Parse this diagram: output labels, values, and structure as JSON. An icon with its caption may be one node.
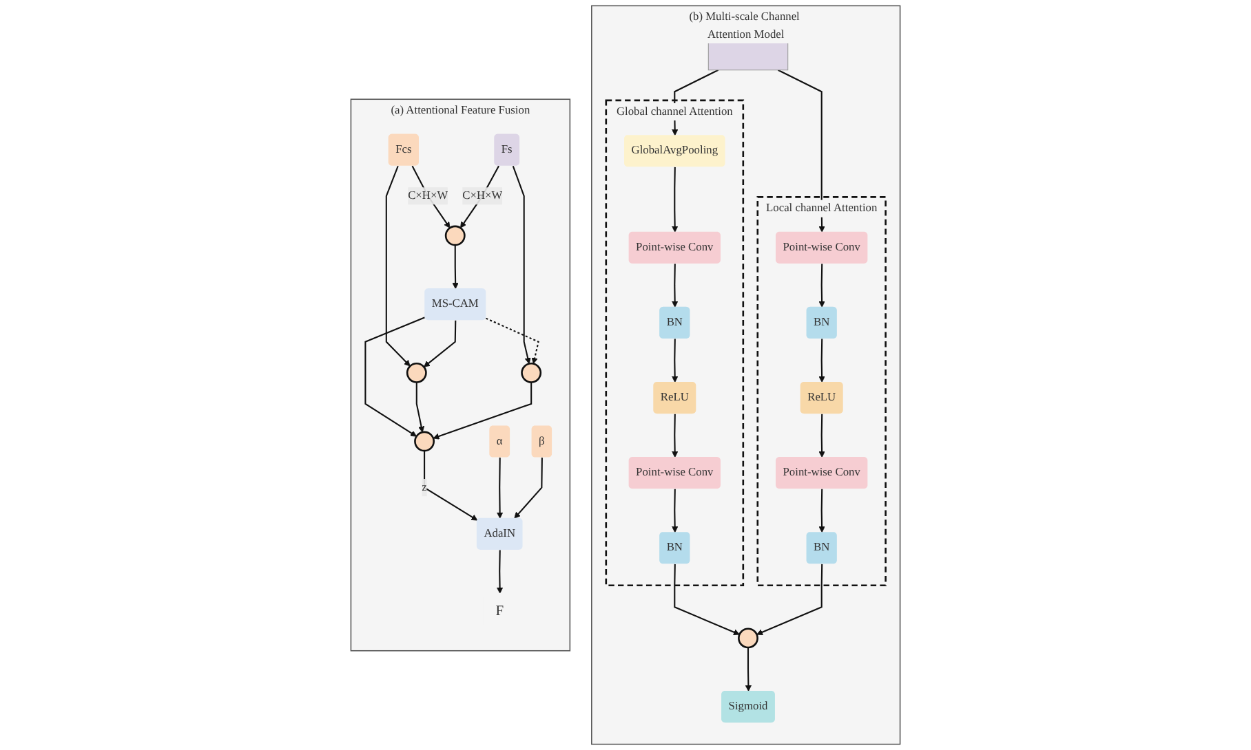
{
  "diagram": {
    "nodes": [
      {
        "text": [
          "(a) Attentional Feature Fusion"
        ]
      },
      {
        "text": [
          "Fcs"
        ],
        "in": 0
      },
      {
        "text": [
          "Fs"
        ],
        "in": 0
      },
      {
        "text": [],
        "shape": "circle",
        "in": 0
      },
      {
        "text": [],
        "shape": "circle",
        "in": 0
      },
      {
        "text": [
          "MS-CAM"
        ],
        "in": 0
      },
      {
        "text": [],
        "shape": "circle",
        "in": 0
      },
      {
        "text": [],
        "shape": "circle",
        "in": 0
      },
      {
        "text": [
          "α"
        ],
        "in": 0
      },
      {
        "text": [
          "AdaIN"
        ],
        "in": 0
      },
      {
        "text": [
          "β"
        ],
        "in": 0
      },
      {
        "text": [
          "F"
        ],
        "in": 0
      },
      {
        "text": [
          "(b) Multi-scale Channel Attention Model"
        ]
      },
      {
        "text": [],
        "shape": "bar",
        "in": 12
      },
      {
        "text": [
          "Global channel Attention"
        ],
        "in": 12
      },
      {
        "text": [
          "GlobalAvgPooling"
        ],
        "in": 14
      },
      {
        "text": [
          "Point-wise Conv"
        ],
        "in": 14
      },
      {
        "text": [
          "BN"
        ],
        "in": 14
      },
      {
        "text": [
          "ReLU"
        ],
        "in": 14
      },
      {
        "text": [
          "Point-wise Conv"
        ],
        "in": 14
      },
      {
        "text": [
          "BN"
        ],
        "in": 14
      },
      {
        "text": [
          "Local channel Attention"
        ],
        "in": 12
      },
      {
        "text": [
          "Point-wise Conv"
        ],
        "in": 21
      },
      {
        "text": [
          "BN"
        ],
        "in": 21
      },
      {
        "text": [
          "ReLU"
        ],
        "in": 21
      },
      {
        "text": [
          "Point-wise Conv"
        ],
        "in": 21
      },
      {
        "text": [
          "BN"
        ],
        "in": 21
      },
      {
        "text": [],
        "shape": "circle",
        "in": 12
      },
      {
        "text": [
          "Sigmoid"
        ],
        "in": 12
      }
    ],
    "edges": [
      {
        "from": 1,
        "to": 3,
        "arrow": "to",
        "label": "C×H×W"
      },
      {
        "from": 2,
        "to": 3,
        "arrow": "to",
        "label": "C×H×W"
      },
      {
        "from": 1,
        "to": 4,
        "arrow": "to"
      },
      {
        "from": 2,
        "to": 6,
        "arrow": "to"
      },
      {
        "from": 3,
        "to": 5,
        "arrow": "to"
      },
      {
        "from": 5,
        "to": 4,
        "arrow": "to"
      },
      {
        "from": 5,
        "to": 6,
        "arrow": "to",
        "style": "dashed"
      },
      {
        "from": 5,
        "to": 7,
        "arrow": "to"
      },
      {
        "from": 4,
        "to": 7,
        "arrow": "to"
      },
      {
        "from": 6,
        "to": 7,
        "arrow": "to"
      },
      {
        "from": 7,
        "to": 9,
        "arrow": "to",
        "label": "z"
      },
      {
        "from": 8,
        "to": 9,
        "arrow": "to"
      },
      {
        "from": 10,
        "to": 9,
        "arrow": "to"
      },
      {
        "from": 9,
        "to": 11,
        "arrow": "to"
      },
      {
        "from": 13,
        "to": 15,
        "arrow": "to"
      },
      {
        "from": 13,
        "to": 22,
        "arrow": "to"
      },
      {
        "from": 15,
        "to": 16,
        "arrow": "to"
      },
      {
        "from": 16,
        "to": 17,
        "arrow": "to"
      },
      {
        "from": 17,
        "to": 18,
        "arrow": "to"
      },
      {
        "from": 18,
        "to": 19,
        "arrow": "to"
      },
      {
        "from": 19,
        "to": 20,
        "arrow": "to"
      },
      {
        "from": 22,
        "to": 23,
        "arrow": "to"
      },
      {
        "from": 23,
        "to": 24,
        "arrow": "to"
      },
      {
        "from": 24,
        "to": 25,
        "arrow": "to"
      },
      {
        "from": 25,
        "to": 26,
        "arrow": "to"
      },
      {
        "from": 20,
        "to": 27,
        "arrow": "to"
      },
      {
        "from": 26,
        "to": 27,
        "arrow": "to"
      },
      {
        "from": 27,
        "to": 28,
        "arrow": "to"
      }
    ]
  }
}
